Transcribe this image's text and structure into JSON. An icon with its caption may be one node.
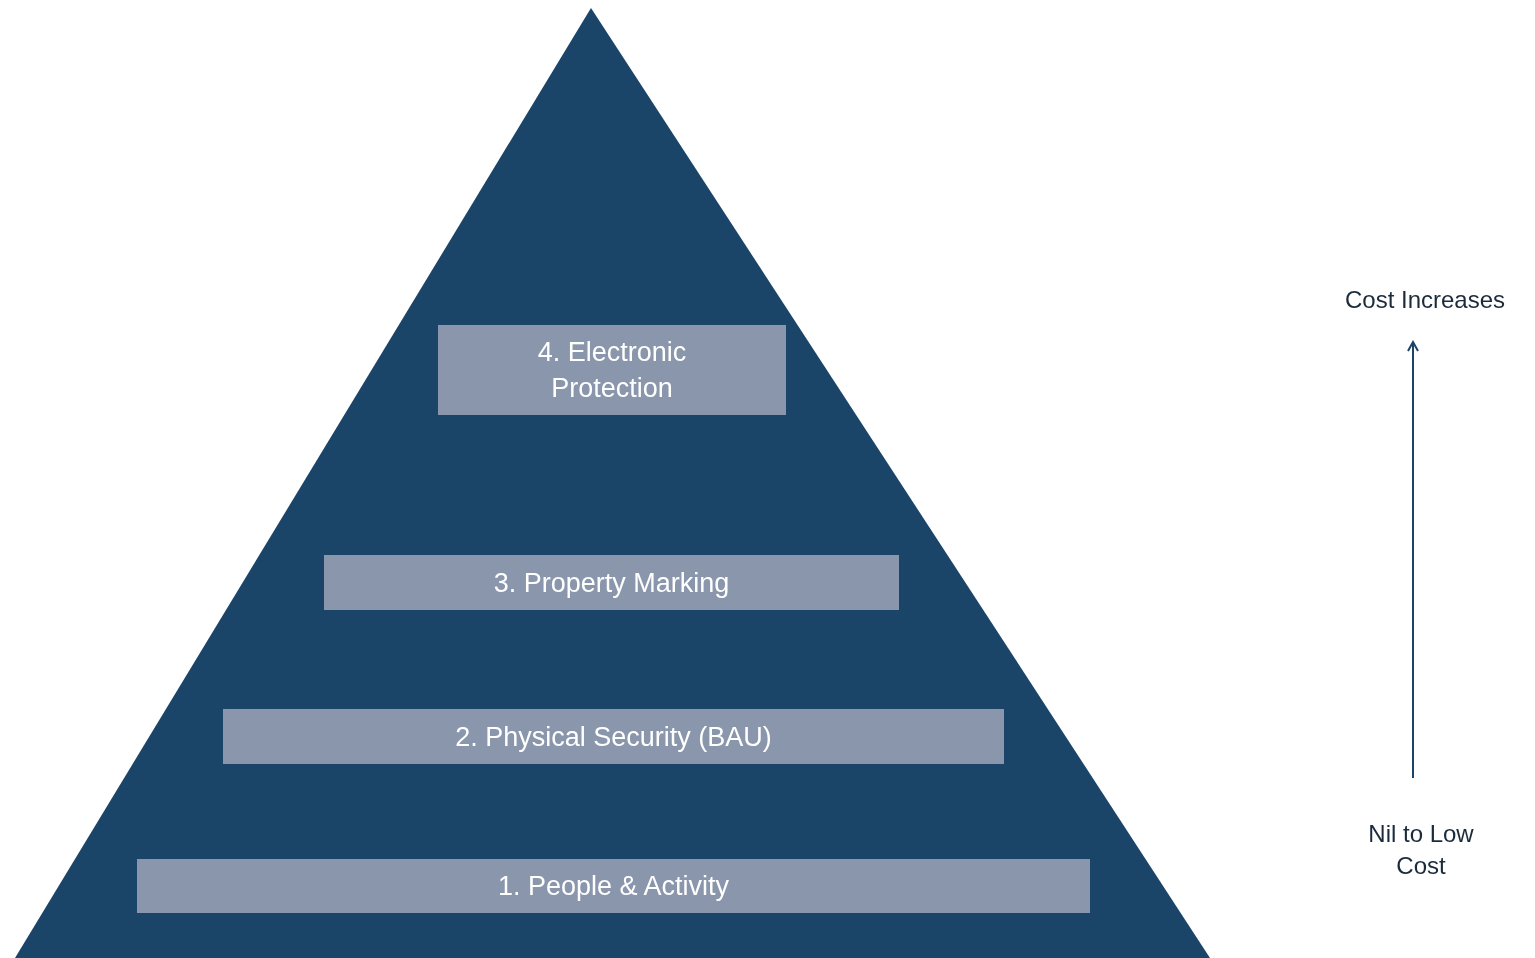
{
  "diagram": {
    "nodes": [
      {
        "text": [],
        "shape": "triangle"
      },
      {
        "text": [
          "4. Electronic Protection"
        ],
        "in": 0
      },
      {
        "text": [
          "3. Property Marking"
        ],
        "in": 0
      },
      {
        "text": [
          "2. Physical Security (BAU)"
        ],
        "in": 0
      },
      {
        "text": [
          "1. People & Activity"
        ],
        "in": 0
      },
      {
        "text": [
          "Cost Increases"
        ]
      },
      {
        "text": [
          "Nil to Low Cost"
        ]
      }
    ],
    "edges": [
      {
        "from": 6,
        "to": 5,
        "arrow": "to"
      }
    ]
  }
}
